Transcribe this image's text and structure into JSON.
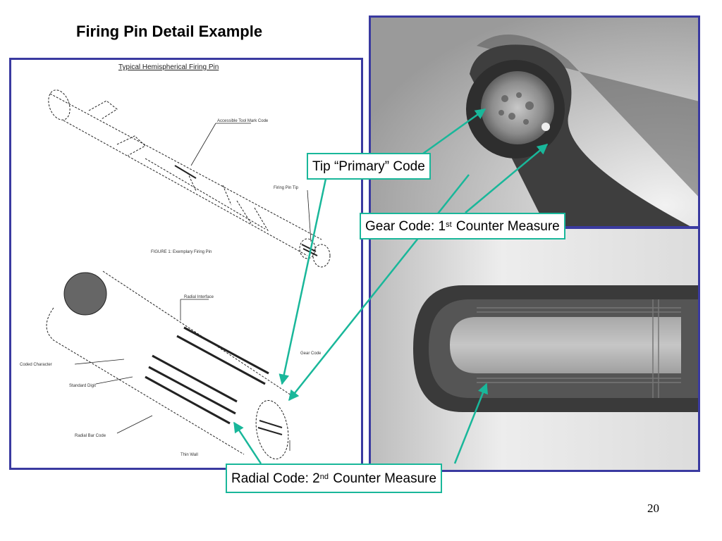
{
  "slide": {
    "title": "Firing Pin Detail Example",
    "page_number": "20"
  },
  "drawing": {
    "heading": "Typical Hemispherical Firing Pin",
    "labels": {
      "accessible": "Accessible Tool Mark Code",
      "tip": "Firing Pin Tip",
      "figure": "FIGURE 1: Exemplary Firing Pin",
      "radial_interface": "Radial Interface",
      "gear": "Gear Code",
      "code_char": "Coded Character",
      "standard_digit": "Standard Digit",
      "radial_bar": "Radial Bar Code",
      "thin_wall": "Thin Wall"
    }
  },
  "callouts": {
    "tip": "Tip “Primary” Code",
    "gear_prefix": "Gear Code: 1",
    "gear_sup": "st",
    "gear_suffix": " Counter Measure",
    "radial_prefix": "Radial Code: 2",
    "radial_sup": "nd",
    "radial_suffix": " Counter Measure"
  },
  "colors": {
    "frame_border": "#3a3aa0",
    "callout_border": "#19b79a",
    "arrow": "#19b79a"
  }
}
